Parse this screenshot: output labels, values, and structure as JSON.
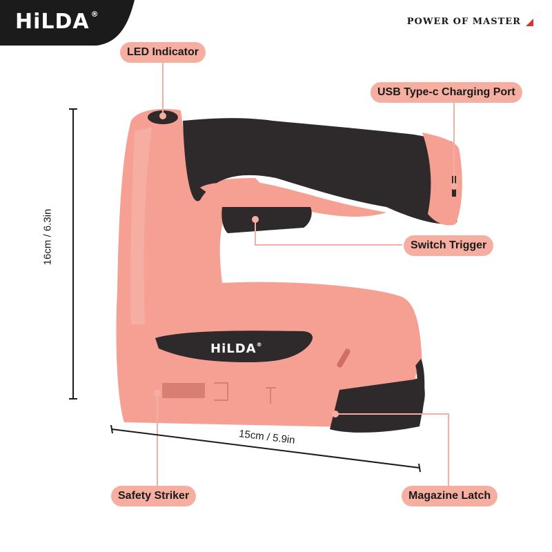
{
  "brand": {
    "logo": "HiLDA",
    "registered": "®",
    "tagline": "POWER OF MASTER"
  },
  "product": {
    "body_logo": "HiLDA",
    "registered": "®"
  },
  "callouts": {
    "led_indicator": "LED Indicator",
    "usb_port": "USB Type-c Charging Port",
    "switch_trigger": "Switch Trigger",
    "safety_striker": "Safety Striker",
    "magazine_latch": "Magazine Latch"
  },
  "dimensions": {
    "height": "16cm / 6.3in",
    "width": "15cm / 5.9in"
  },
  "colors": {
    "accent": "#d8372d",
    "pill": "#f6aea0",
    "body": "#f5a093",
    "grip": "#2e2a2b",
    "dark_tab": "#1b1b1b"
  }
}
